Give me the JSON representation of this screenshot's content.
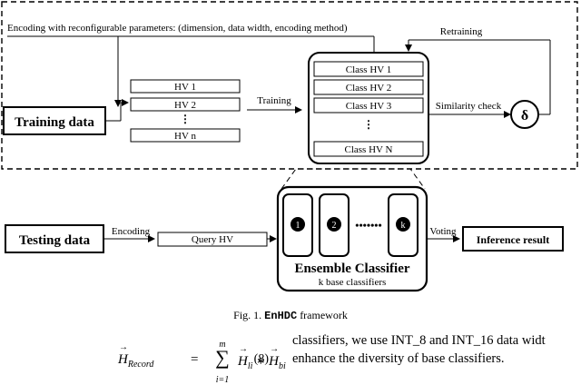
{
  "diagram": {
    "encoding_note": "Encoding with reconfigurable parameters: (dimension, data width, encoding method)",
    "retraining_label": "Retraining",
    "training_data_label": "Training data",
    "hv_list": [
      "HV 1",
      "HV 2",
      "⋮",
      "HV n"
    ],
    "training_arrow_label": "Training",
    "class_hv_list": [
      "Class HV 1",
      "Class HV 2",
      "Class HV 3",
      "⋮",
      "Class HV N"
    ],
    "similarity_label": "Similarity check",
    "delta_symbol": "δ",
    "testing_data_label": "Testing data",
    "encoding_label": "Encoding",
    "query_hv_label": "Query HV",
    "base_classifiers": [
      "1",
      "2",
      "k"
    ],
    "ellipsis": "•••••••",
    "ensemble_title": "Ensemble Classifier",
    "ensemble_subtitle": "k base classifiers",
    "voting_label": "Voting",
    "inference_label": "Inference result"
  },
  "caption": {
    "prefix": "Fig. 1.",
    "name": "EnHDC",
    "suffix": "framework"
  },
  "equation": {
    "lhs": "H",
    "lhs_sub": "Record",
    "equals": "=",
    "sum_top": "m",
    "sum_bottom": "i=1",
    "term1": "H",
    "term1_sub": "li",
    "op": "∗",
    "term2": "H",
    "term2_sub": "bi",
    "number": "(8)"
  },
  "body_text": {
    "line1": "classifiers, we use INT_8 and INT_16 data widt",
    "line2": "enhance the diversity of base classifiers."
  }
}
